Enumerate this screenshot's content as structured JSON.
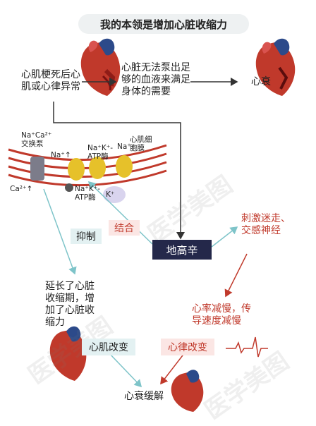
{
  "title": "我的本领是增加心脏收缩力",
  "nodes": {
    "mi": "心肌梗死后心\n肌或心律异常",
    "pump_fail": "心脏无法泵出足\n够的血液来满足\n身体的需要",
    "heart_failure": "心衰",
    "stimulate": "刺激迷走、\n交感神经",
    "prolong": "延长了心脏\n收缩期，增\n加了心脏收\n缩力",
    "rate_slow": "心率减慢，传\n导速度减慢",
    "relief": "心衰缓解"
  },
  "membrane": {
    "ncx_label": "Na⁺Ca²⁺\n交换泵",
    "na_up": "Na⁺↑",
    "ca_up": "Ca²⁺↑",
    "nak_top": "Na⁺K⁺-\nATP酶",
    "cell_membrane": "心肌细\n胞膜",
    "na_small": "Na⁺",
    "nak_bottom": "Na⁺K⁺-\nATP酶",
    "k_ion": "K⁺"
  },
  "tags": {
    "inhibit": "抑制",
    "bind": "结合",
    "drug": "地高辛",
    "myocardial_change": "心肌改变",
    "rhythm_change": "心律改变"
  },
  "watermark": "医学美图",
  "colors": {
    "teal": "#7ec4c9",
    "red_text": "#c0392b",
    "drug_bg": "#24284a",
    "tag_teal_bg": "#e3f1f2",
    "tag_pink_bg": "#fbe6e4"
  }
}
